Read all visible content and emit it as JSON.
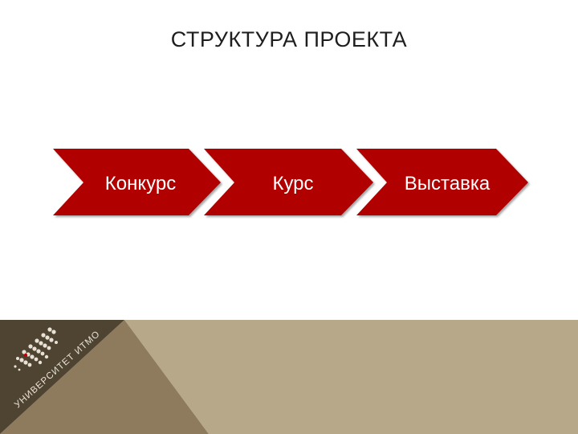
{
  "slide": {
    "title": "СТРУКТУРА ПРОЕКТА",
    "process_steps": [
      {
        "label": "Конкурс"
      },
      {
        "label": "Курс"
      },
      {
        "label": "Выставка"
      }
    ],
    "logo": {
      "text": "УНИВЕРСИТЕТ ИТМО"
    }
  },
  "colors": {
    "chevron_fill": "#B10000",
    "footer_dark": "#4F4331",
    "footer_mid": "#8E7B5E",
    "footer_light": "#B8A88A",
    "text": "#1E1E1E"
  }
}
